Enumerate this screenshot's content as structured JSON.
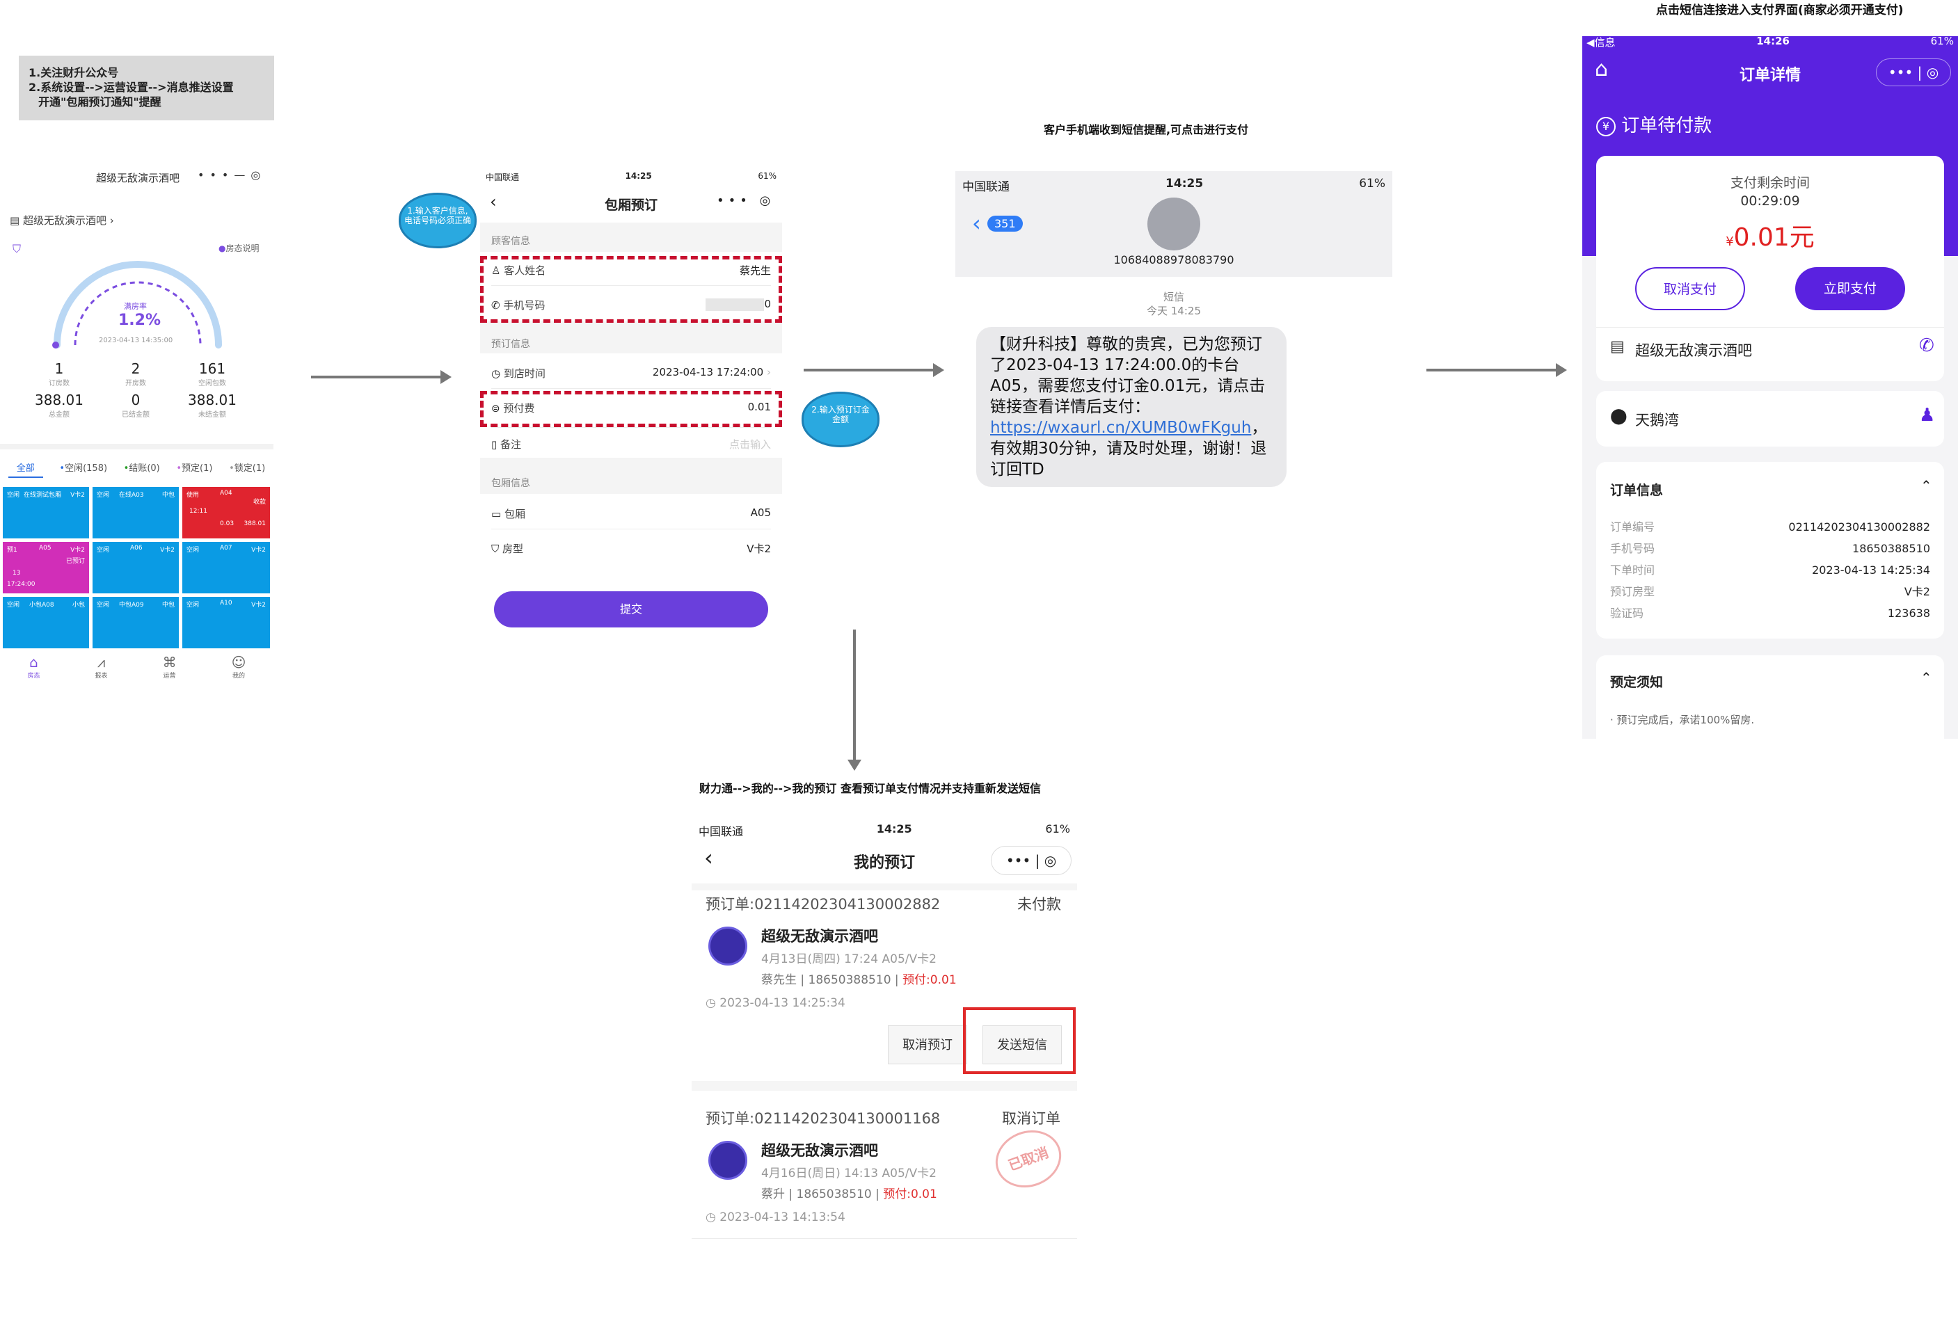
{
  "note_box": {
    "line1": "1.关注财升公众号",
    "line2": "2.系统设置-->运营设置-->消息推送设置",
    "line3": "开通\"包厢预订通知\"提醒"
  },
  "top_right_caption": "点击短信连接进入支付界面(商家必须开通支付)",
  "sms_caption": "客户手机端收到短信提醒,可点击进行支付",
  "bottom_caption": "财力通-->我的-->我的预订 查看预订单支付情况并支持重新发送短信",
  "bubble1": "1.输入客户信息,电话号码必须正确",
  "bubble2": "2.输入预订订金金额",
  "p1": {
    "title": "超级无敌演示酒吧",
    "store": "超级无敌演示酒吧",
    "filter_help": "房态说明",
    "gauge_label": "满房率",
    "gauge_value": "1.2%",
    "gauge_time": "2023-04-13 14:35:00",
    "stats": [
      {
        "value": "1",
        "label": "订房数"
      },
      {
        "value": "2",
        "label": "开房数"
      },
      {
        "value": "161",
        "label": "空闲包数"
      },
      {
        "value": "388.01",
        "label": "总金额"
      },
      {
        "value": "0",
        "label": "已结金额"
      },
      {
        "value": "388.01",
        "label": "未结金额"
      }
    ],
    "tabs": [
      "全部",
      "空闲(158)",
      "结账(0)",
      "预定(1)",
      "锁定(1)"
    ],
    "tiles": [
      {
        "a": "空闲",
        "b": "在线测试包厢",
        "c": "V卡2"
      },
      {
        "a": "空闲",
        "b": "在线A03",
        "c": "中包"
      },
      {
        "a": "使用",
        "b": "A04",
        "c": "收款"
      },
      {
        "a": "预1",
        "b": "A05",
        "c": "V卡2"
      },
      {
        "a": "空闲",
        "b": "A06",
        "c": "V卡2"
      },
      {
        "a": "空闲",
        "b": "A07",
        "c": "V卡2"
      },
      {
        "a": "空闲",
        "b": "小包A08",
        "c": "小包"
      },
      {
        "a": "空闲",
        "b": "中包A09",
        "c": "中包"
      },
      {
        "a": "空闲",
        "b": "A10",
        "c": "V卡2"
      }
    ],
    "tile_extra": {
      "a04_time": "12:11",
      "a04_v1": "0.03",
      "a04_v2": "388.01",
      "a05_num": "13",
      "a05_time": "17:24:00",
      "a05_status": "已预订"
    },
    "nav": [
      "房态",
      "报表",
      "运营",
      "我的"
    ]
  },
  "p2": {
    "status_carrier": "中国联通",
    "status_time": "14:25",
    "status_battery": "61%",
    "title": "包厢预订",
    "sec_customer": "顾客信息",
    "name_label": "客人姓名",
    "name_value": "蔡先生",
    "phone_label": "手机号码",
    "phone_value": "0",
    "sec_booking": "预订信息",
    "arrive_label": "到店时间",
    "arrive_value": "2023-04-13 17:24:00",
    "fee_label": "预付费",
    "fee_value": "0.01",
    "note_label": "备注",
    "note_placeholder": "点击输入",
    "sec_room": "包厢信息",
    "room_label": "包厢",
    "room_value": "A05",
    "type_label": "房型",
    "type_value": "V卡2",
    "submit": "提交"
  },
  "p3": {
    "carrier": "中国联通",
    "time": "14:25",
    "battery": "61%",
    "back_count": "351",
    "sender": "10684088978083790",
    "label": "短信",
    "when": "今天 14:25",
    "msg_pre": "【财升科技】尊敬的贵宾，已为您预订了2023-04-13 17:24:00.0的卡台A05，需要您支付订金0.01元，请点击链接查看详情后支付：",
    "msg_link": "https://wxaurl.cn/XUMB0wFKguh",
    "msg_post": "，有效期30分钟，请及时处理，谢谢！退订回TD"
  },
  "p4": {
    "status_left": "◀信息",
    "status_time": "14:26",
    "status_battery": "61%",
    "title": "订单详情",
    "pending": "订单待付款",
    "remain_label": "支付剩余时间",
    "remain_time": "00:29:09",
    "currency": "¥",
    "amount": "0.01元",
    "cancel_btn": "取消支付",
    "pay_btn": "立即支付",
    "store": "超级无敌演示酒吧",
    "location": "天鹅湾",
    "info_title": "订单信息",
    "info": [
      {
        "k": "订单编号",
        "v": "02114202304130002882"
      },
      {
        "k": "手机号码",
        "v": "18650388510"
      },
      {
        "k": "下单时间",
        "v": "2023-04-13 14:25:34"
      },
      {
        "k": "预订房型",
        "v": "V卡2"
      },
      {
        "k": "验证码",
        "v": "123638"
      }
    ],
    "notice_title": "预定须知",
    "notice_text": "· 预订完成后，承诺100%留房."
  },
  "p5": {
    "carrier": "中国联通",
    "time": "14:25",
    "battery": "61%",
    "title": "我的预订",
    "order1": {
      "no": "预订单:02114202304130002882",
      "status": "未付款",
      "store": "超级无敌演示酒吧",
      "line1": "4月13日(周四) 17:24 A05/V卡2",
      "line2": "蔡先生 | 18650388510 |",
      "paid": "预付:0.01",
      "created": "2023-04-13 14:25:34",
      "cancel_btn": "取消预订",
      "sms_btn": "发送短信"
    },
    "order2": {
      "no": "预订单:02114202304130001168",
      "status": "取消订单",
      "store": "超级无敌演示酒吧",
      "line1": "4月16日(周日) 14:13 A05/V卡2",
      "line2": "蔡升 | 1865038510 |",
      "paid": "预付:0.01",
      "created": "2023-04-13 14:13:54",
      "stamp": "已取消"
    }
  }
}
